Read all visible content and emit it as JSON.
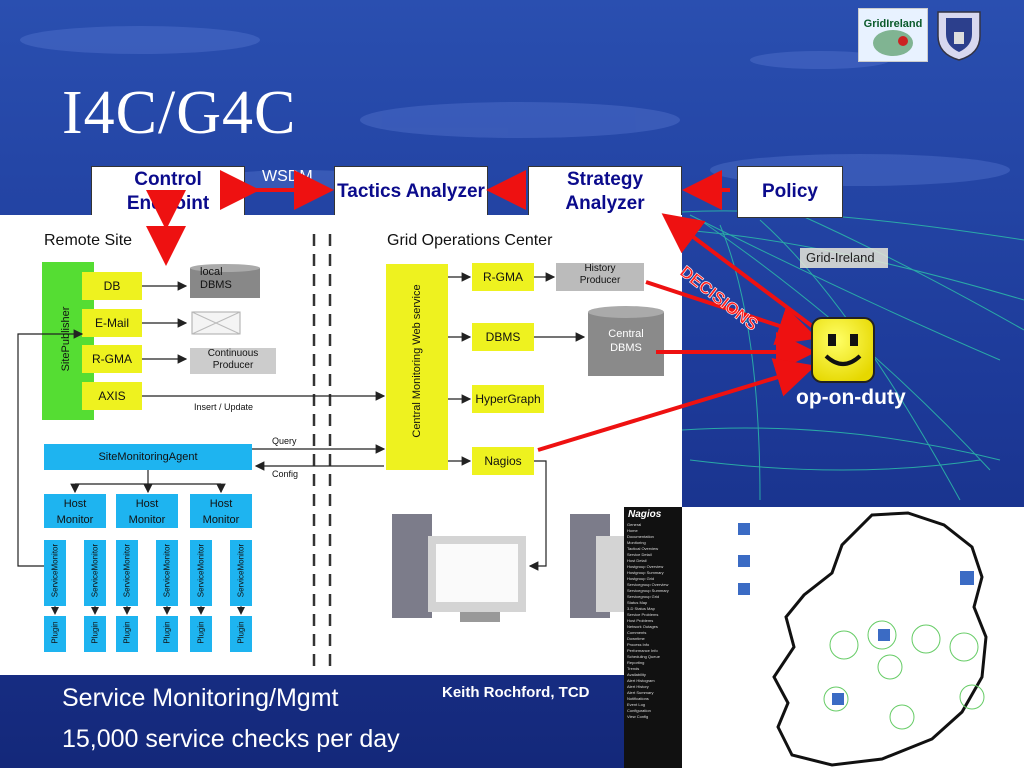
{
  "slide": {
    "title": "I4C/G4C",
    "footer_line1": "Service Monitoring/Mgmt",
    "footer_line2": "15,000 service checks per day",
    "author": "Keith Rochford, TCD"
  },
  "top_row": {
    "control_endpoint": "Control Endpoint",
    "tactics_analyzer": "Tactics Analyzer",
    "strategy_analyzer": "Strategy Analyzer",
    "policy": "Policy",
    "wsdm_label": "WSDM"
  },
  "overlay": {
    "decisions": "DECISIONS",
    "op_on_duty": "op-on-duty",
    "grid_ireland_label": "Grid-Ireland"
  },
  "diagram": {
    "remote_site": "Remote Site",
    "grid_ops_center": "Grid Operations Center",
    "site_publisher": "SitePublisher",
    "publisher_items": [
      "DB",
      "E-Mail",
      "R-GMA",
      "AXIS"
    ],
    "local_dbms": "local DBMS",
    "continuous_producer": "Continuous Producer",
    "insert_update": "Insert / Update",
    "site_monitoring_agent": "SiteMonitoringAgent",
    "query": "Query",
    "config": "Config",
    "host_monitors": [
      "Host Monitor",
      "Host Monitor",
      "Host Monitor"
    ],
    "service_monitor": "ServiceMonitor",
    "plugin": "Plugin",
    "central_monitoring": "Central Monitoring Web service",
    "goc_items": [
      "R-GMA",
      "DBMS",
      "HyperGraph",
      "Nagios"
    ],
    "history_producer": "History Producer",
    "central_dbms": "Central DBMS"
  },
  "nagios_panel": {
    "title": "Nagios",
    "items": [
      "General",
      "Home",
      "Documentation",
      "Monitoring",
      "Tactical Overview",
      "Service Detail",
      "Host Detail",
      "Hostgroup Overview",
      "Hostgroup Summary",
      "Hostgroup Grid",
      "Servicegroup Overview",
      "Servicegroup Summary",
      "Servicegroup Grid",
      "Status Map",
      "3-D Status Map",
      "Service Problems",
      "Host Problems",
      "Network Outages",
      "Comments",
      "Downtime",
      "Process Info",
      "Performance Info",
      "Scheduling Queue",
      "Reporting",
      "Trends",
      "Availability",
      "Alert Histogram",
      "Alert History",
      "Alert Summary",
      "Notifications",
      "Event Log",
      "Configuration",
      "View Config"
    ]
  },
  "colors": {
    "background": "#1f3a9e",
    "top_box_text": "#0b0b8c",
    "green_bar": "#55dd33",
    "yellow": "#eef21f",
    "cyan": "#1eb4f0",
    "red_arrow": "#ee1111"
  }
}
